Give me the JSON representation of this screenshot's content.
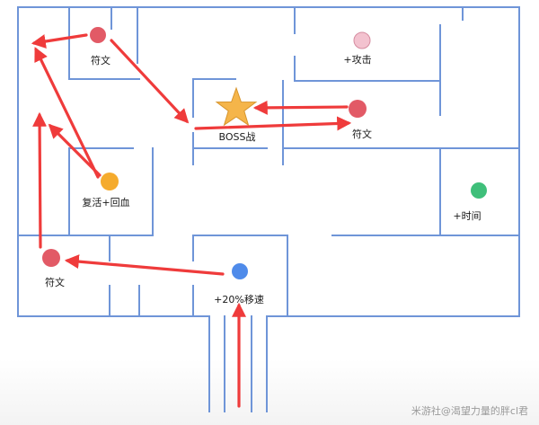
{
  "colors": {
    "background": "#ffffff",
    "bottom_shade": "#f3f3f3",
    "wall": "#6f95d8",
    "arrow": "#ef3b3b",
    "rune_node": "#e25a66",
    "attack_node": "#f3c2cf",
    "revive_node": "#f5ab2d",
    "time_node": "#3fbf7a",
    "speed_node": "#4f8bea",
    "boss_star": "#f5b54a"
  },
  "labels": {
    "rune_top": "符文",
    "attack": "+攻击",
    "boss": "BOSS战",
    "rune_right": "符文",
    "revive": "复活+回血",
    "time": "+时间",
    "rune_left": "符文",
    "speed": "+20%移速"
  },
  "icons": {
    "boss": "star-icon",
    "nodes": "circle-icon"
  },
  "watermark": "米游社@渴望力量的胖cl君"
}
